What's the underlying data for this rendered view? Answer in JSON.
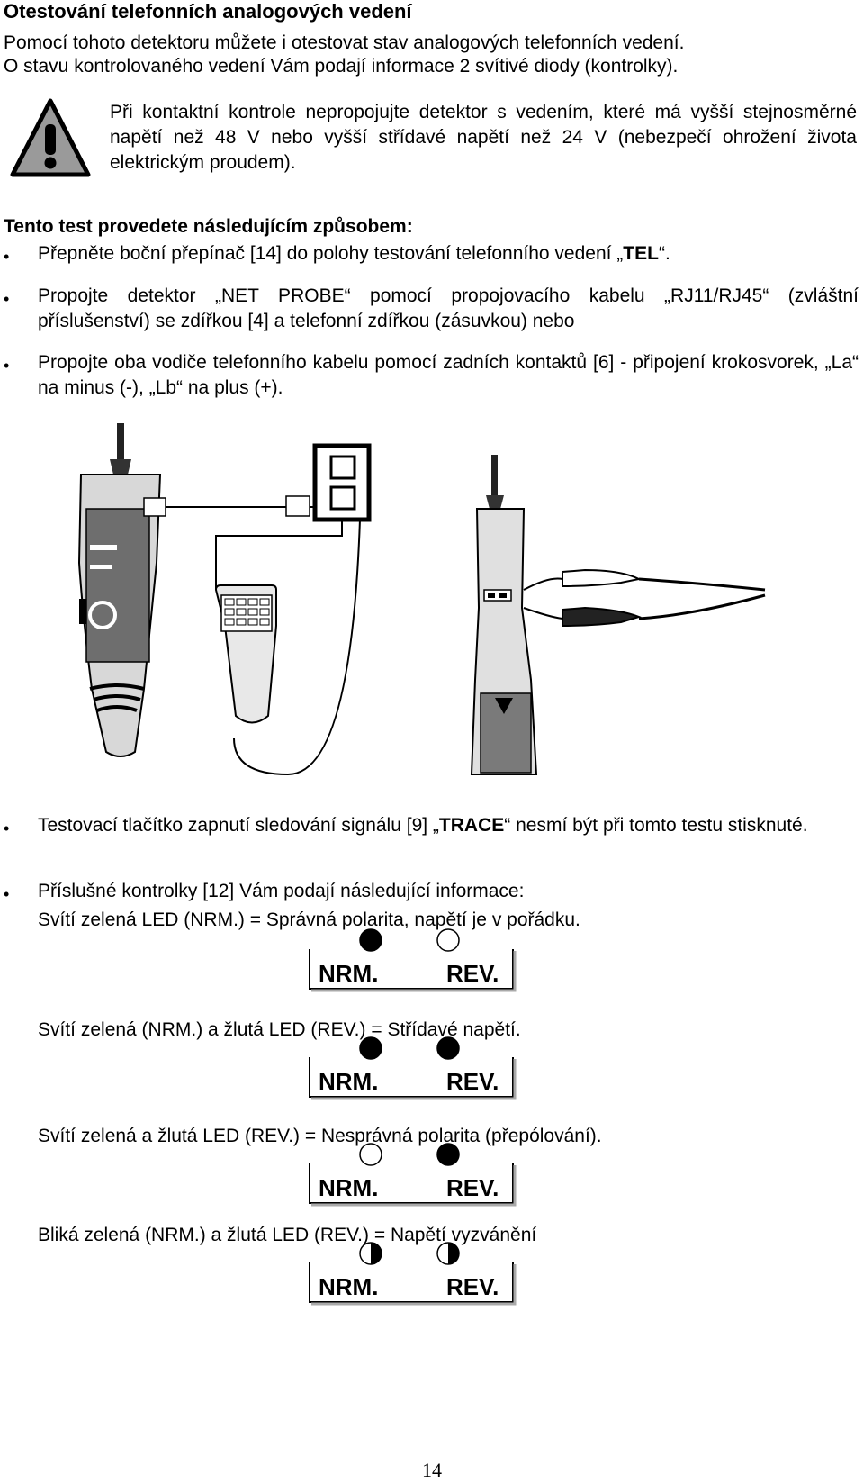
{
  "title": "Otestování telefonních analogových vedení",
  "intro": [
    "Pomocí tohoto detektoru můžete i otestovat stav analogových telefonních vedení.",
    "O stavu kontrolovaného vedení Vám podají informace 2 svítivé diody (kontrolky)."
  ],
  "warning": "Při kontaktní kontrole nepropojujte detektor s vedením, které má vyšší stejnosměrné napětí než 48 V nebo vyšší střídavé napětí než 24 V (nebezpečí ohrožení života elektrickým proudem).",
  "procedure_heading": "Tento test provedete následujícím způsobem:",
  "bullet_char": "•",
  "steps": {
    "s1_a": "Přepněte boční přepínač [14] do polohy testování telefonního vedení „",
    "s1_b": "TEL",
    "s1_c": "“.",
    "s2": "Propojte detektor „NET PROBE“ pomocí propojovacího kabelu „RJ11/RJ45“ (zvláštní příslušenství) se zdířkou [4] a telefonní zdířkou (zásuvkou) nebo",
    "s3": "Propojte oba vodiče telefonního kabelu pomocí zadních kontaktů [6] - připojení krokosvorek, „La“ na minus (-), „Lb“ na plus (+).",
    "s4_a": "Testovací tlačítko zapnutí sledování signálu [9] „",
    "s4_b": "TRACE",
    "s4_c": "“ nesmí být při tomto testu stisknuté.",
    "s5": "Příslušné kontrolky [12] Vám podají následující informace:"
  },
  "led_states": [
    {
      "text": "Svítí zelená LED (NRM.) = Správná polarita, napětí je v pořádku.",
      "nrm": "on",
      "rev": "off"
    },
    {
      "text": "Svítí zelená (NRM.) a žlutá LED (REV.) = Střídavé napětí.",
      "nrm": "on",
      "rev": "on"
    },
    {
      "text": "Svítí zelená a žlutá LED (REV.) = Nesprávná polarita (přepólování).",
      "nrm": "off",
      "rev": "on"
    },
    {
      "text": "Bliká zelená (NRM.) a žlutá LED (REV.) = Napětí vyzvánění",
      "nrm": "half",
      "rev": "half"
    }
  ],
  "led_labels": {
    "nrm": "NRM.",
    "rev": "REV."
  },
  "page_number": "14"
}
